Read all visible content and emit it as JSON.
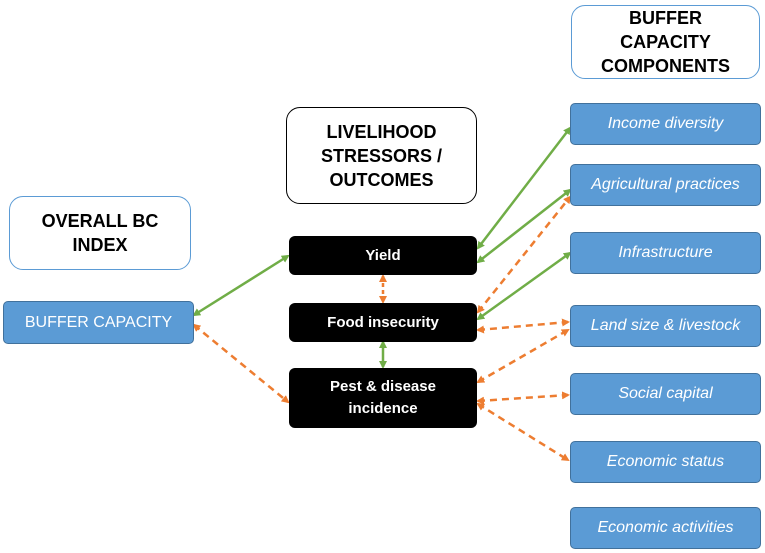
{
  "headers": {
    "components": "BUFFER CAPACITY COMPONENTS",
    "stressors": "LIVELIHOOD STRESSORS / OUTCOMES",
    "overall": "OVERALL BC INDEX"
  },
  "buffer_capacity": "BUFFER CAPACITY",
  "stressors": [
    "Yield",
    "Food insecurity",
    "Pest & disease incidence"
  ],
  "components": [
    "Income diversity",
    "Agricultural practices",
    "Infrastructure",
    "Land size & livestock",
    "Social capital",
    "Economic status",
    "Economic activities"
  ],
  "colors": {
    "positive_link": "#70ad47",
    "negative_link": "#ed7d31",
    "component_fill": "#5b9bd5",
    "stressor_fill": "#000000"
  },
  "links": [
    {
      "from": "Income diversity",
      "to": "Yield",
      "style": "solid",
      "color": "green"
    },
    {
      "from": "Agricultural practices",
      "to": "Yield",
      "style": "solid",
      "color": "green"
    },
    {
      "from": "Agricultural practices",
      "to": "Food insecurity",
      "style": "dashed",
      "color": "orange"
    },
    {
      "from": "Infrastructure",
      "to": "Food insecurity",
      "style": "solid",
      "color": "green"
    },
    {
      "from": "Land size & livestock",
      "to": "Food insecurity",
      "style": "dashed",
      "color": "orange"
    },
    {
      "from": "Land size & livestock",
      "to": "Pest & disease incidence",
      "style": "dashed",
      "color": "orange"
    },
    {
      "from": "Social capital",
      "to": "Pest & disease incidence",
      "style": "dashed",
      "color": "orange"
    },
    {
      "from": "Economic status",
      "to": "Pest & disease incidence",
      "style": "dashed",
      "color": "orange"
    },
    {
      "from": "BUFFER CAPACITY",
      "to": "Yield",
      "style": "solid",
      "color": "green"
    },
    {
      "from": "BUFFER CAPACITY",
      "to": "Pest & disease incidence",
      "style": "dashed",
      "color": "orange"
    },
    {
      "from": "Yield",
      "to": "Food insecurity",
      "style": "dashed",
      "color": "orange"
    },
    {
      "from": "Food insecurity",
      "to": "Pest & disease incidence",
      "style": "solid",
      "color": "green"
    }
  ]
}
